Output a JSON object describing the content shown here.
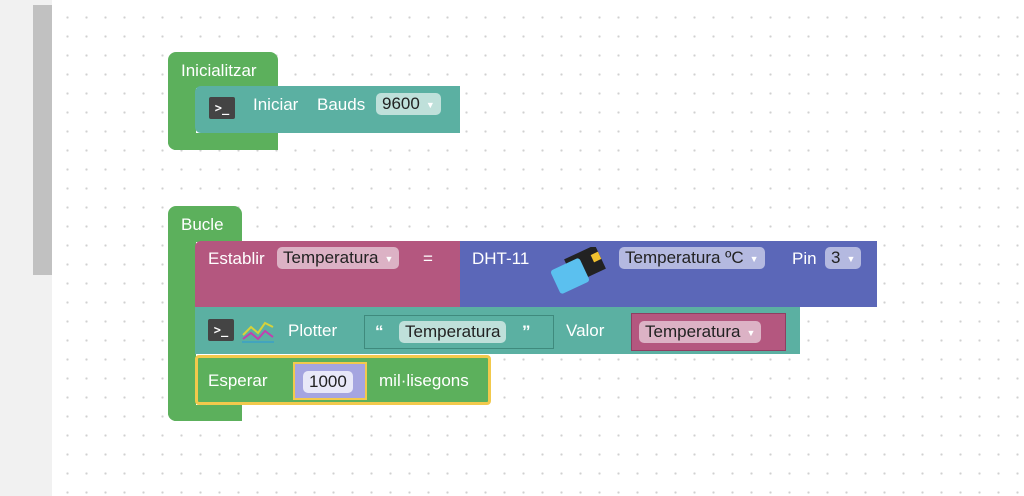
{
  "setup": {
    "title": "Inicialitzar",
    "block": {
      "label1": "Iniciar",
      "label2": "Bauds",
      "baud": "9600"
    }
  },
  "loop": {
    "title": "Bucle",
    "set": {
      "label": "Establir",
      "var": "Temperatura",
      "eq": "=",
      "sensor": "DHT-11",
      "measure": "Temperatura ºC",
      "pin_label": "Pin",
      "pin": "3"
    },
    "plot": {
      "label": "Plotter",
      "open_q": "“",
      "text": "Temperatura",
      "close_q": "”",
      "valor": "Valor",
      "var": "Temperatura"
    },
    "wait": {
      "label": "Esperar",
      "ms": "1000",
      "unit": "mil·lisegons"
    }
  },
  "colors": {
    "green": "#5cb05c",
    "teal": "#5bb0a2",
    "pink": "#b4577f",
    "blue": "#5b67b8",
    "yellow": "#f2c94c"
  }
}
